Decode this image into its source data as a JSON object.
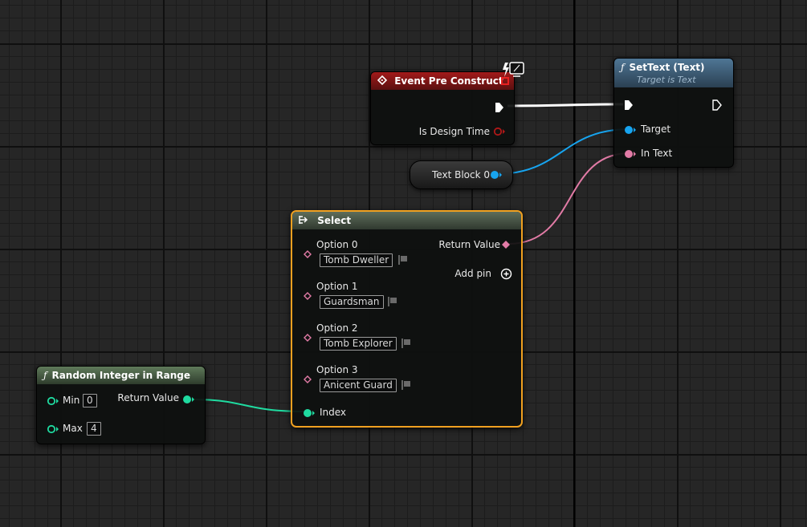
{
  "colors": {
    "exec": "#ffffff",
    "object": "#17a4ef",
    "text": "#e27ba6",
    "integer": "#1fdba0",
    "error": "#e82020"
  },
  "event_node": {
    "title": "Event Pre Construct",
    "icon": "event-diamond-icon",
    "is_design_time_label": "Is Design Time"
  },
  "settext_node": {
    "title": "SetText (Text)",
    "subtitle": "Target is Text",
    "target_label": "Target",
    "in_text_label": "In Text"
  },
  "var_node": {
    "label": "Text Block 0"
  },
  "select_node": {
    "title": "Select",
    "return_label": "Return Value",
    "add_pin_label": "Add pin",
    "index_label": "Index",
    "options": [
      {
        "label": "Option 0",
        "value": "Tomb Dweller"
      },
      {
        "label": "Option 1",
        "value": "Guardsman"
      },
      {
        "label": "Option 2",
        "value": "Tomb Explorer"
      },
      {
        "label": "Option 3",
        "value": "Anicent Guard"
      }
    ]
  },
  "random_node": {
    "title": "Random Integer in Range",
    "min_label": "Min",
    "min_value": "0",
    "max_label": "Max",
    "max_value": "4",
    "return_label": "Return Value"
  }
}
